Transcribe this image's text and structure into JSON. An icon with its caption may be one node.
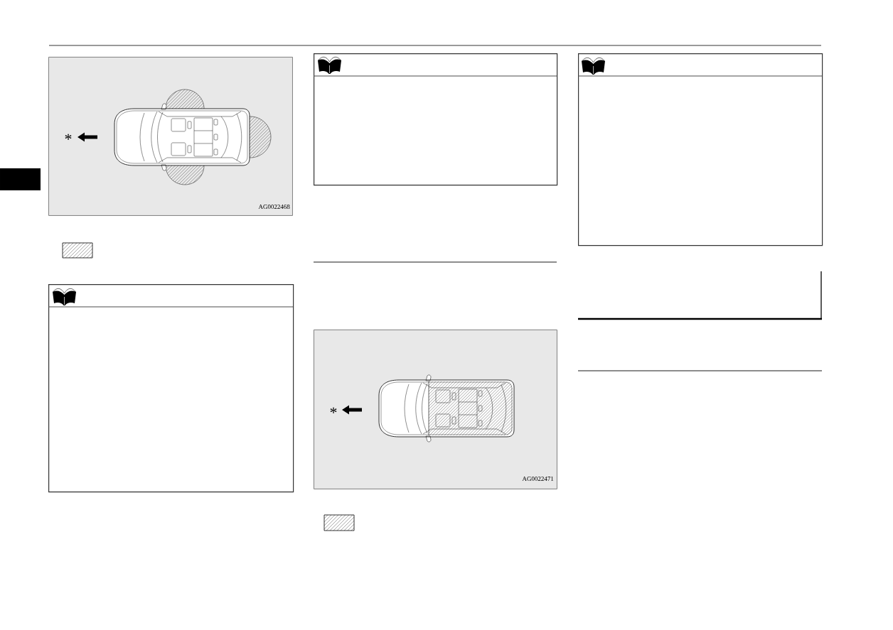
{
  "diagram": {
    "nodes": [
      {
        "text": [
          "*",
          "AG0022468"
        ]
      },
      {
        "text": [],
        "shape": "box"
      },
      {
        "text": [],
        "shape": "box"
      },
      {
        "text": [
          "*",
          "AG0022471"
        ]
      },
      {
        "text": [],
        "shape": "box"
      }
    ]
  }
}
